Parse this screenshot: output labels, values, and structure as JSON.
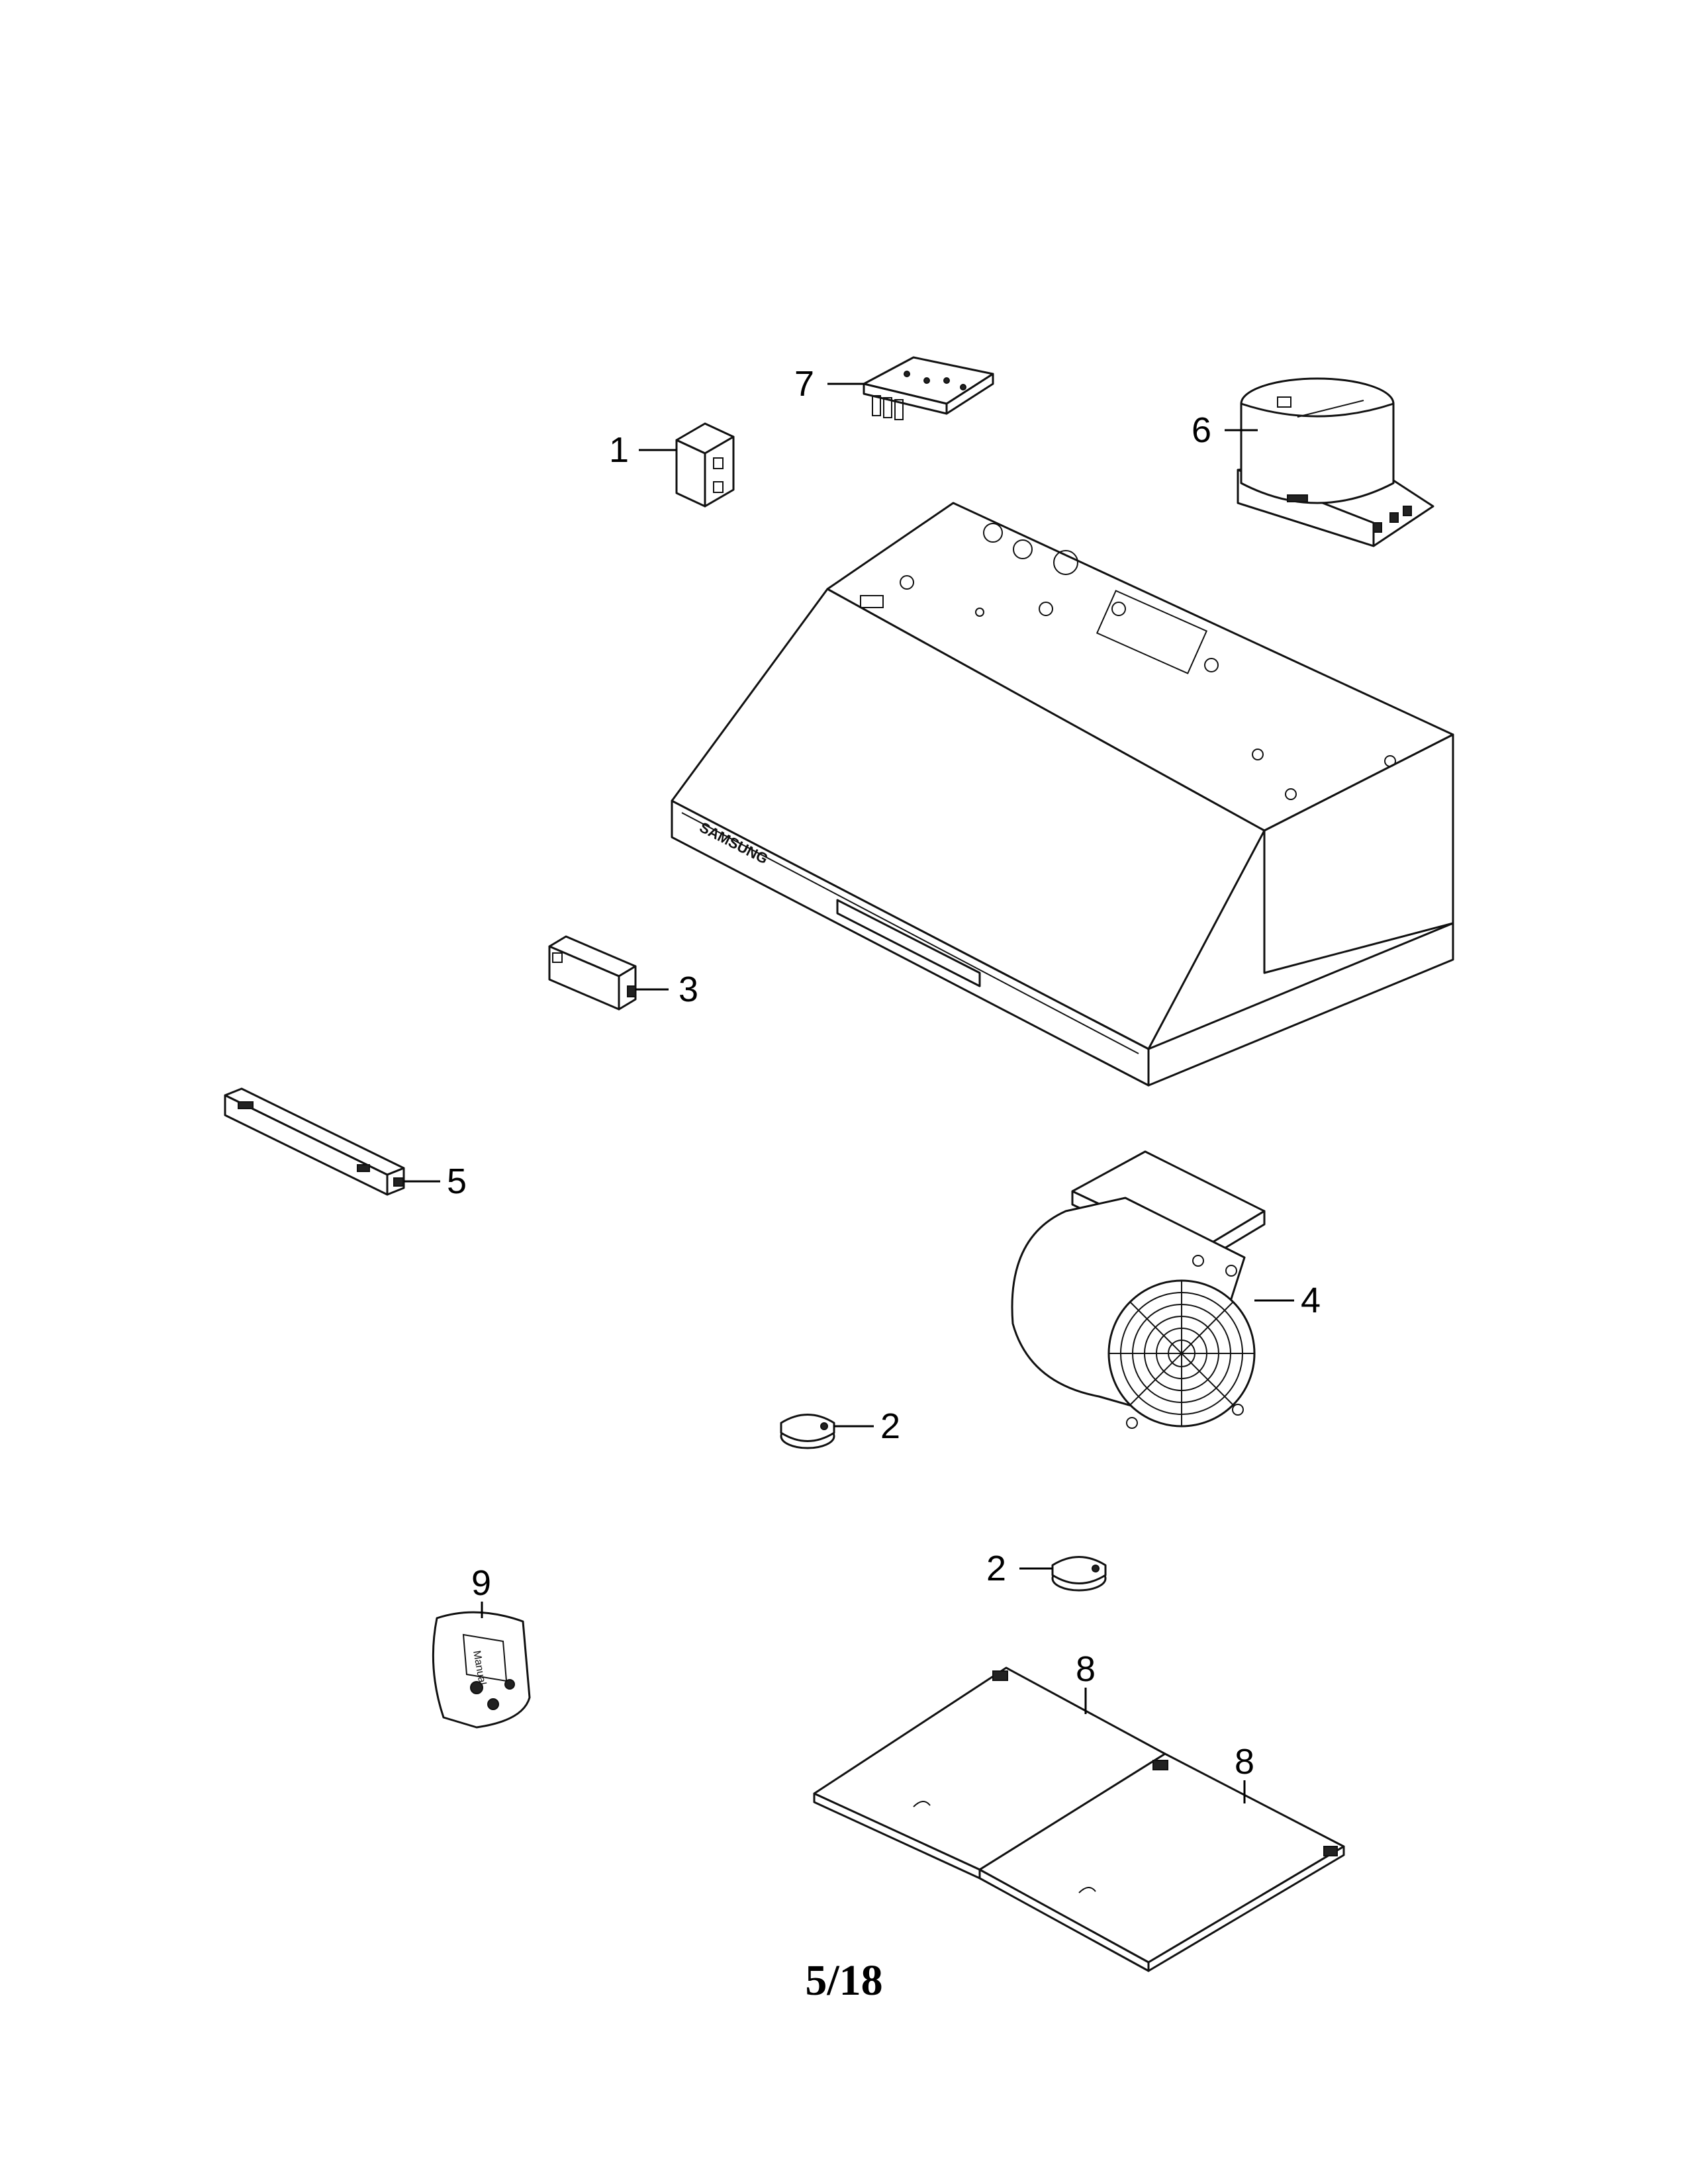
{
  "diagram": {
    "brand_mark": "SAMSUNG",
    "manual_bag_text": "Manual",
    "callouts": [
      {
        "id": "part-1",
        "label": "1"
      },
      {
        "id": "part-7",
        "label": "7"
      },
      {
        "id": "part-6",
        "label": "6"
      },
      {
        "id": "part-3",
        "label": "3"
      },
      {
        "id": "part-5",
        "label": "5"
      },
      {
        "id": "part-4",
        "label": "4"
      },
      {
        "id": "part-2a",
        "label": "2"
      },
      {
        "id": "part-2b",
        "label": "2"
      },
      {
        "id": "part-9",
        "label": "9"
      },
      {
        "id": "part-8a",
        "label": "8"
      },
      {
        "id": "part-8b",
        "label": "8"
      }
    ]
  },
  "page": {
    "number": "5/18"
  }
}
